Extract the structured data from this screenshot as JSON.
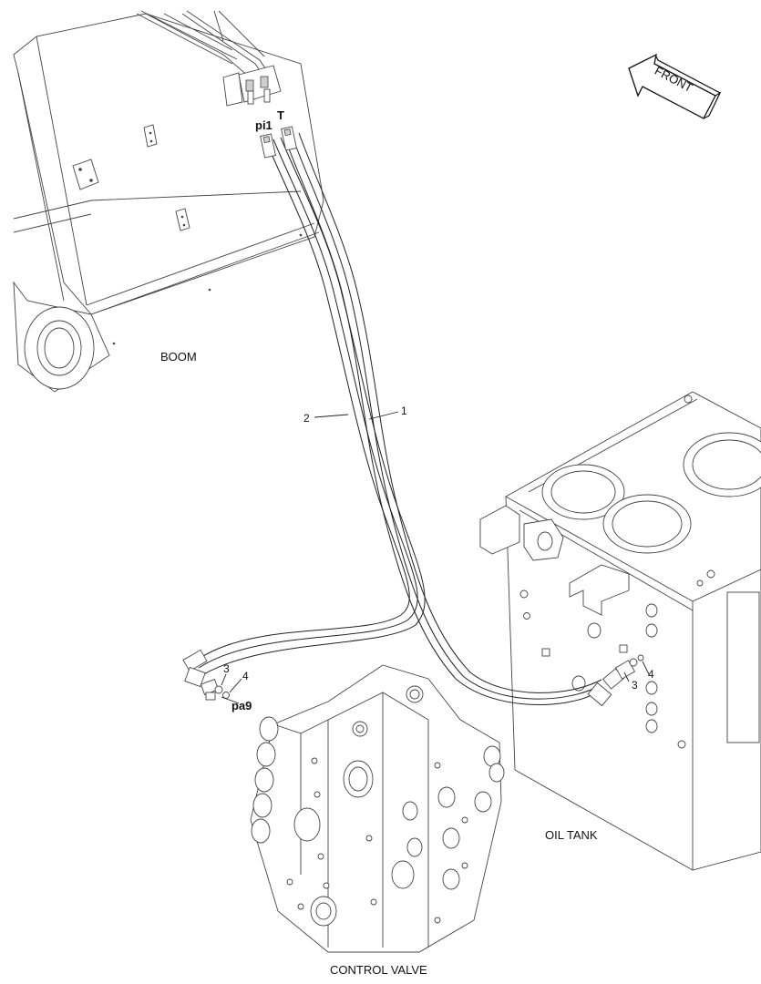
{
  "diagram": {
    "labels": {
      "boom": "BOOM",
      "oil_tank": "OIL TANK",
      "control_valve": "CONTROL VALVE",
      "front": "FRONT"
    },
    "ports": {
      "pi1": "pi1",
      "t": "T",
      "pa9": "pa9"
    },
    "callouts": {
      "item_1": "1",
      "item_2": "2",
      "item_3_left": "3",
      "item_4_left": "4",
      "item_3_right": "3",
      "item_4_right": "4"
    }
  }
}
